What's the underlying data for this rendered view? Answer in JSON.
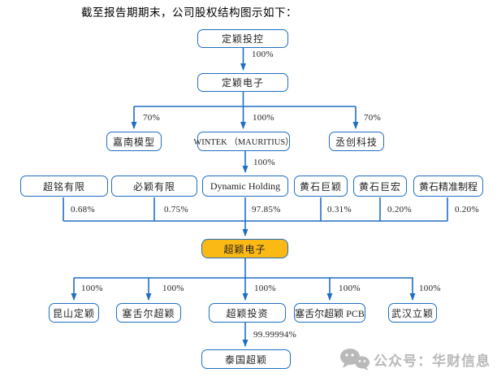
{
  "heading": "截至报告期期末，公司股权结构图示如下：",
  "colors": {
    "line": "#1e6ec2",
    "box_border": "#1e6ec2",
    "box_fill": "#ffffff",
    "highlight_fill": "#fbb915",
    "text": "#1f1f1f",
    "watermark": "#b9b9b9",
    "page_bg": "#ffffff"
  },
  "nodes": {
    "dingying_investment_holding": {
      "label": "定颖投控"
    },
    "dingying_electronics": {
      "label": "定颖电子"
    },
    "jianan_moxing": {
      "label": "嘉南模型"
    },
    "wintek_mauritius": {
      "label": "WINTEK （MAURITIUS）"
    },
    "chengchuang_tech": {
      "label": "丞创科技"
    },
    "chaoming_ltd": {
      "label": "超铭有限"
    },
    "biying_ltd": {
      "label": "必颖有限"
    },
    "dynamic_holding": {
      "label": "Dynamic Holding"
    },
    "huangshi_juying": {
      "label": "黄石巨颖"
    },
    "huangshi_juhong": {
      "label": "黄石巨宏"
    },
    "huangshi_precision": {
      "label": "黄石精准制程"
    },
    "chaoying_electronics": {
      "label": "超颖电子"
    },
    "kunshan_dingying": {
      "label": "昆山定颖"
    },
    "seychelles_chaoying": {
      "label": "塞舌尔超颖"
    },
    "chaoying_investment": {
      "label": "超颖投资"
    },
    "seychelles_chaoying_pcb": {
      "label": "塞舌尔超颖 PCB"
    },
    "wuhan_liying": {
      "label": "武汉立颖"
    },
    "thailand_chaoying": {
      "label": "泰国超颖"
    }
  },
  "edge_labels": {
    "holding_to_electronics": "100%",
    "to_jianan": "70%",
    "to_wintek": "100%",
    "to_chengchuang": "70%",
    "wintek_to_dynamic": "100%",
    "shareholders_to_chaoying": [
      "0.68%",
      "0.75%",
      "97.85%",
      "0.31%",
      "0.20%",
      "0.20%"
    ],
    "chaoying_to_subsidiaries": [
      "100%",
      "100%",
      "100%",
      "100%",
      "100%"
    ],
    "investment_to_thailand": "99.99994%"
  },
  "watermark": {
    "icon": "wechat-icon",
    "text": "公众号：华财信息"
  }
}
